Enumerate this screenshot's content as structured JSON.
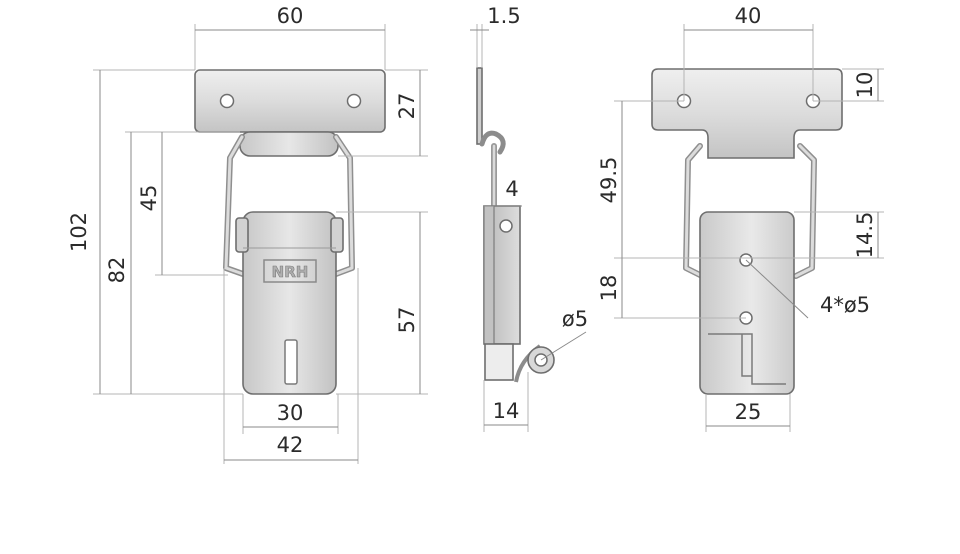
{
  "dimensions": {
    "front": {
      "top_width": "60",
      "plate_height": "27",
      "wire_height": "45",
      "overall_height": "102",
      "hook_height": "82",
      "lock_height": "57",
      "slot_span": "30",
      "base_width": "42"
    },
    "side": {
      "thickness": "1.5",
      "offset": "4",
      "ring_dia": "ø5",
      "depth": "14"
    },
    "keeper": {
      "hole_span": "40",
      "hole_offset": "10",
      "plate_to_hole": "49.5",
      "hole_to_hinge": "14.5",
      "hole_pitch": "18",
      "holes": "4*ø5",
      "body_width": "25"
    }
  },
  "logo": "NRH",
  "colors": {
    "metal_light": "#e6e6e6",
    "metal_mid": "#c8c8c8",
    "metal_dark": "#8c8c8c",
    "dimension_line": "#8a8a8a"
  }
}
